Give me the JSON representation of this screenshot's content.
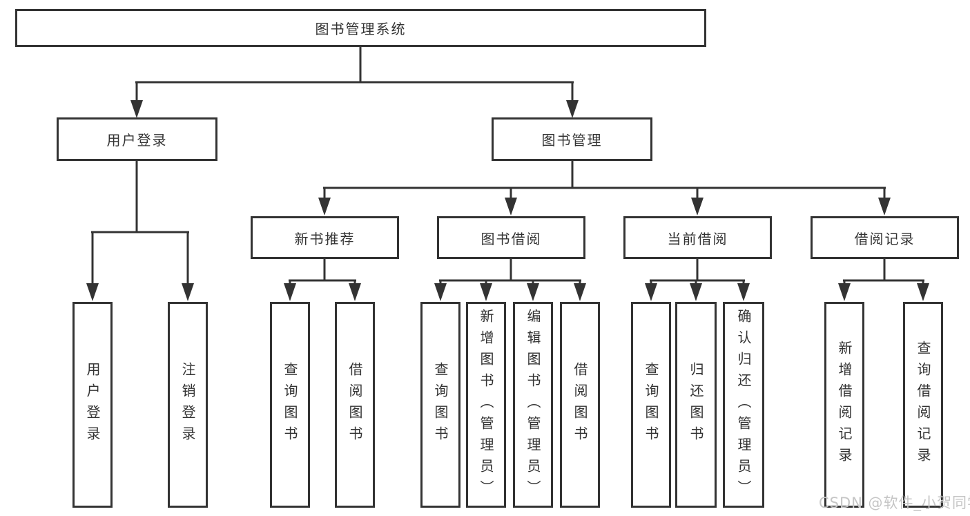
{
  "diagram": {
    "title": "图书管理系统",
    "level2": [
      {
        "label": "用户登录"
      },
      {
        "label": "图书管理"
      }
    ],
    "level3": [
      {
        "label": "新书推荐",
        "parent": "图书管理"
      },
      {
        "label": "图书借阅",
        "parent": "图书管理"
      },
      {
        "label": "当前借阅",
        "parent": "图书管理"
      },
      {
        "label": "借阅记录",
        "parent": "图书管理"
      }
    ],
    "leaves": [
      {
        "label": "用户登录",
        "parent": "用户登录"
      },
      {
        "label": "注销登录",
        "parent": "用户登录"
      },
      {
        "label": "查询图书",
        "parent": "新书推荐"
      },
      {
        "label": "借阅图书",
        "parent": "新书推荐"
      },
      {
        "label": "查询图书",
        "parent": "图书借阅"
      },
      {
        "label": "新增图书（管理员）",
        "parent": "图书借阅"
      },
      {
        "label": "编辑图书（管理员）",
        "parent": "图书借阅"
      },
      {
        "label": "借阅图书",
        "parent": "图书借阅"
      },
      {
        "label": "查询图书",
        "parent": "当前借阅"
      },
      {
        "label": "归还图书",
        "parent": "当前借阅"
      },
      {
        "label": "确认归还（管理员）",
        "parent": "当前借阅"
      },
      {
        "label": "新增借阅记录",
        "parent": "借阅记录"
      },
      {
        "label": "查询借阅记录",
        "parent": "借阅记录"
      }
    ]
  },
  "watermark": {
    "text": "CSDN @软件_小贺同学"
  },
  "colors": {
    "line": "#333333",
    "text": "#333333",
    "watermark": "#c5c5c5",
    "background": "#ffffff"
  }
}
